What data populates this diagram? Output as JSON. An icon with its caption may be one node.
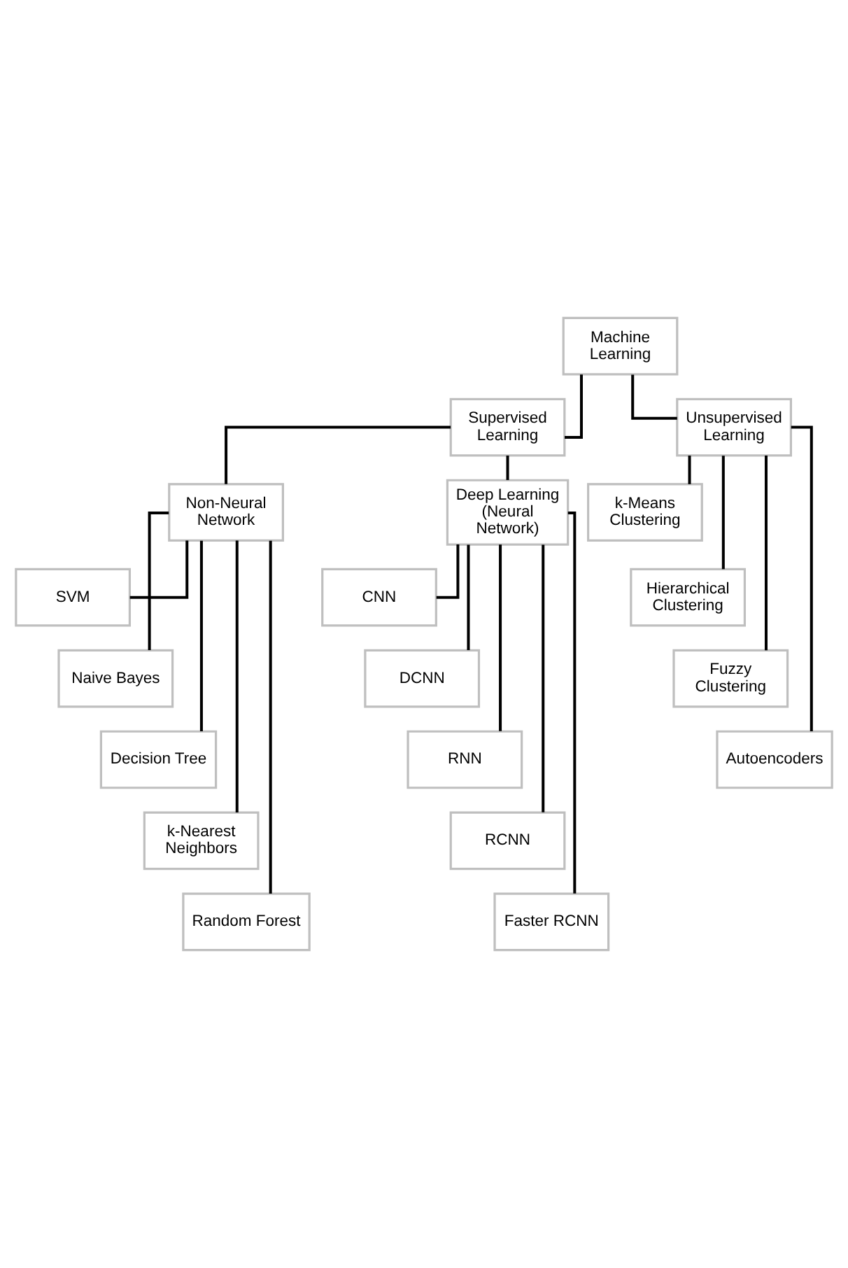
{
  "diagram": {
    "nodes": [
      {
        "text": [
          "Machine Learning"
        ]
      },
      {
        "text": [
          "Supervised Learning"
        ]
      },
      {
        "text": [
          "Unsupervised Learning"
        ]
      },
      {
        "text": [
          "Non-Neural Network"
        ]
      },
      {
        "text": [
          "Deep Learning (Neural Network)"
        ]
      },
      {
        "text": [
          "SVM"
        ]
      },
      {
        "text": [
          "Naive Bayes"
        ]
      },
      {
        "text": [
          "Decision Tree"
        ]
      },
      {
        "text": [
          "k-Nearest Neighbors"
        ]
      },
      {
        "text": [
          "Random Forest"
        ]
      },
      {
        "text": [
          "CNN"
        ]
      },
      {
        "text": [
          "DCNN"
        ]
      },
      {
        "text": [
          "RNN"
        ]
      },
      {
        "text": [
          "RCNN"
        ]
      },
      {
        "text": [
          "Faster RCNN"
        ]
      },
      {
        "text": [
          "k-Means Clustering"
        ]
      },
      {
        "text": [
          "Hierarchical Clustering"
        ]
      },
      {
        "text": [
          "Fuzzy Clustering"
        ]
      },
      {
        "text": [
          "Autoencoders"
        ]
      }
    ],
    "edges": [
      {
        "from": 0,
        "to": 1,
        "arrow": "none"
      },
      {
        "from": 0,
        "to": 2,
        "arrow": "none"
      },
      {
        "from": 1,
        "to": 3,
        "arrow": "none"
      },
      {
        "from": 1,
        "to": 4,
        "arrow": "none"
      },
      {
        "from": 3,
        "to": 5,
        "arrow": "none"
      },
      {
        "from": 3,
        "to": 6,
        "arrow": "none"
      },
      {
        "from": 3,
        "to": 7,
        "arrow": "none"
      },
      {
        "from": 3,
        "to": 8,
        "arrow": "none"
      },
      {
        "from": 3,
        "to": 9,
        "arrow": "none"
      },
      {
        "from": 4,
        "to": 10,
        "arrow": "none"
      },
      {
        "from": 4,
        "to": 11,
        "arrow": "none"
      },
      {
        "from": 4,
        "to": 12,
        "arrow": "none"
      },
      {
        "from": 4,
        "to": 13,
        "arrow": "none"
      },
      {
        "from": 4,
        "to": 14,
        "arrow": "none"
      },
      {
        "from": 2,
        "to": 15,
        "arrow": "none"
      },
      {
        "from": 2,
        "to": 16,
        "arrow": "none"
      },
      {
        "from": 2,
        "to": 17,
        "arrow": "none"
      },
      {
        "from": 2,
        "to": 18,
        "arrow": "none"
      }
    ]
  }
}
